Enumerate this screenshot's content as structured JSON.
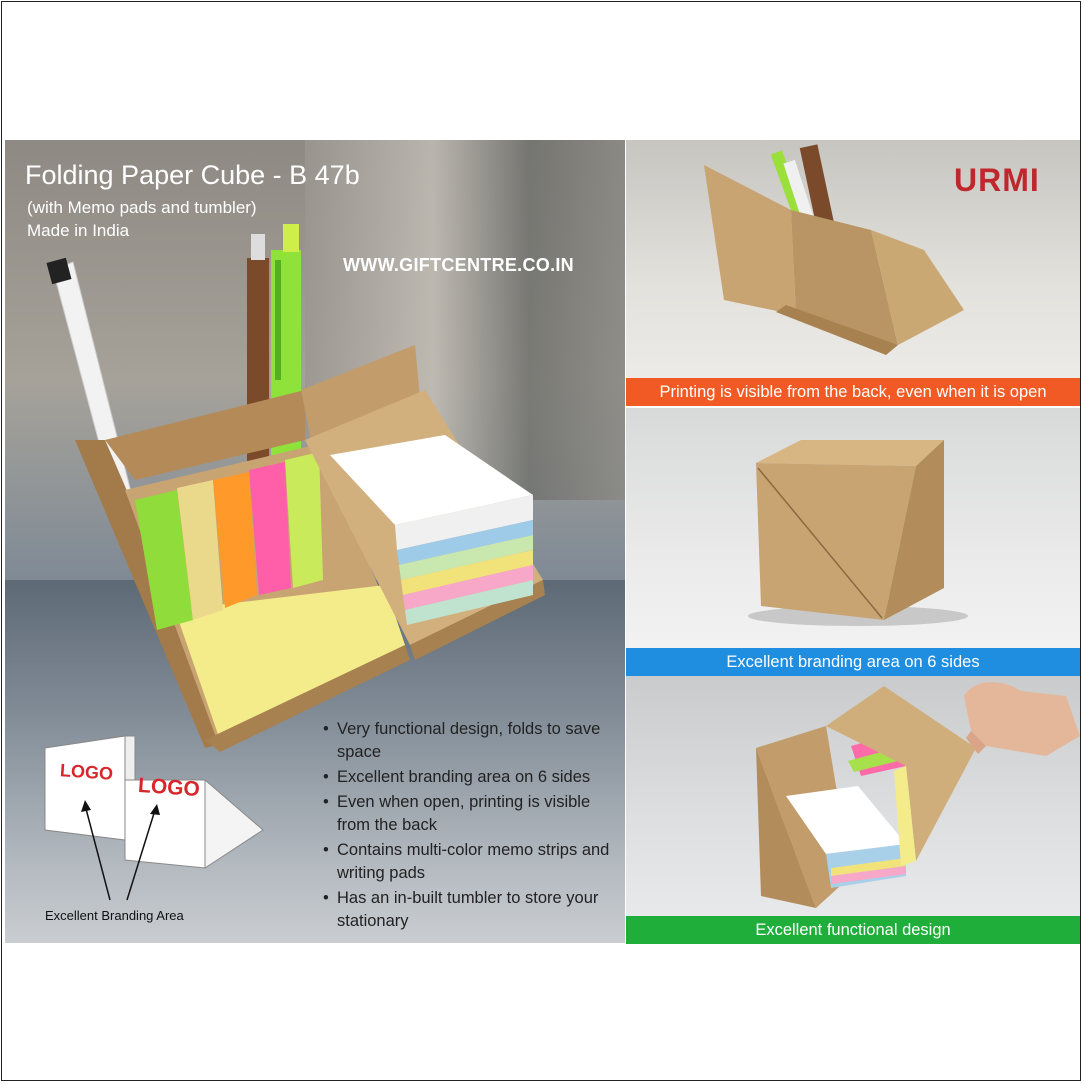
{
  "header": {
    "title": "Folding Paper Cube - B 47b",
    "subtitle": "(with Memo pads and tumbler)",
    "origin": "Made in India",
    "website": "WWW.GIFTCENTRE.CO.IN",
    "brand": "URMI"
  },
  "logo_diagram": {
    "logo_left": "LOGO",
    "logo_right": "LOGO",
    "caption": "Excellent Branding Area"
  },
  "features": [
    "Very functional design, folds to save space",
    "Excellent branding area on 6 sides",
    "Even when open, printing is visible from the back",
    "Contains multi-color memo strips and writing pads",
    "Has an in-built tumbler to store your stationary"
  ],
  "panels": {
    "panel1_caption": "Printing is visible from the back, even when it is open",
    "panel2_caption": "Excellent branding area on 6 sides",
    "panel3_caption": "Excellent functional design"
  },
  "colors": {
    "brand_red": "#c0272d",
    "orange_bar": "#f15a24",
    "blue_bar": "#1f8de0",
    "green_bar": "#1fae3a",
    "kraft": "#c8a473"
  }
}
